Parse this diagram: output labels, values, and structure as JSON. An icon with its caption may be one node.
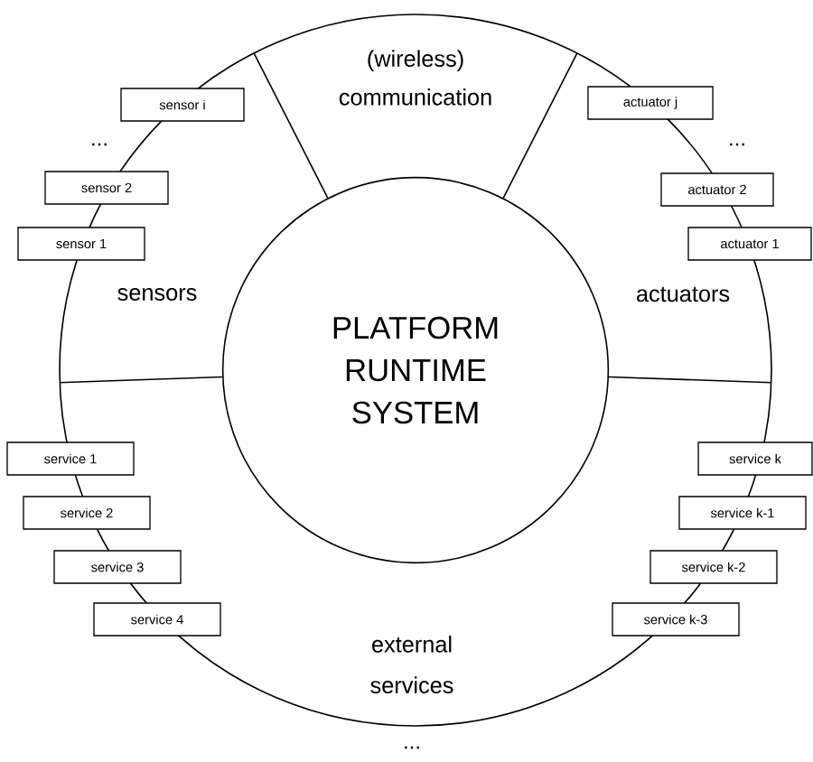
{
  "diagram": {
    "nodes": [
      {
        "text": [
          "PLATFORM RUNTIME SYSTEM"
        ]
      },
      {
        "text": [
          "sensor i"
        ]
      },
      {
        "text": [
          "actuator j"
        ]
      },
      {
        "text": [
          "sensor 2"
        ]
      },
      {
        "text": [
          "actuator 2"
        ]
      },
      {
        "text": [
          "sensor 1"
        ]
      },
      {
        "text": [
          "actuator 1"
        ]
      },
      {
        "text": [
          "service 1"
        ]
      },
      {
        "text": [
          "service k"
        ]
      },
      {
        "text": [
          "service 2"
        ]
      },
      {
        "text": [
          "service k-1"
        ]
      },
      {
        "text": [
          "service 3"
        ]
      },
      {
        "text": [
          "service k-2"
        ]
      },
      {
        "text": [
          "service 4"
        ]
      },
      {
        "text": [
          "service k-3"
        ]
      }
    ],
    "labels": [
      "(wireless) communication",
      "...",
      "...",
      "sensors",
      "actuators",
      "external services",
      "..."
    ]
  }
}
